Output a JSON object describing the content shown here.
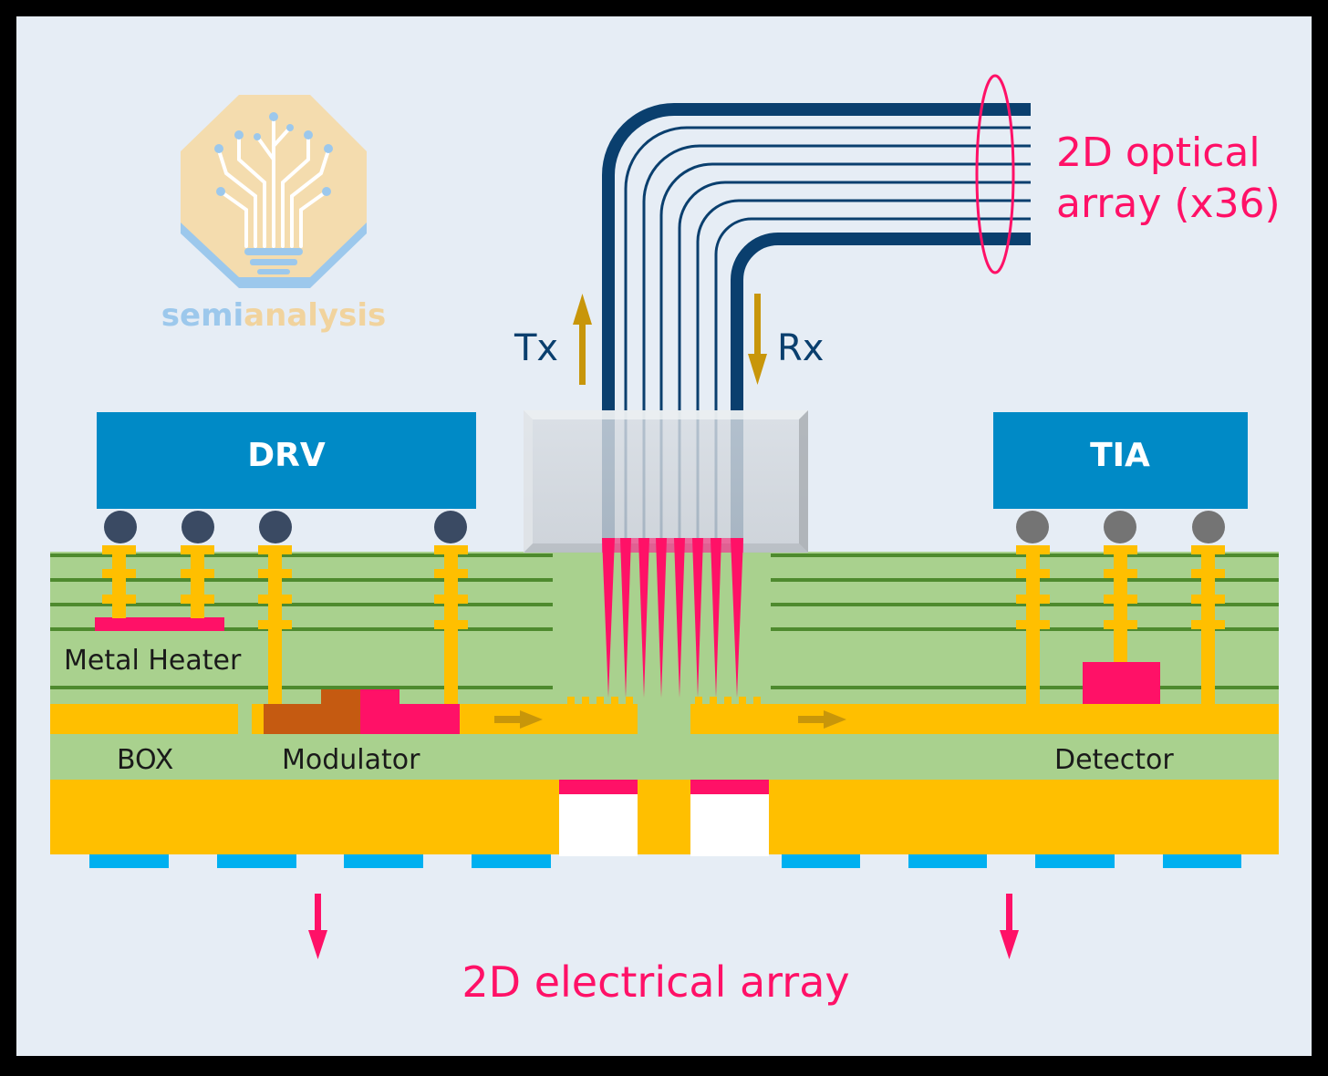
{
  "logo": {
    "text_semi": "semi",
    "text_analysis": "analysis"
  },
  "chips": {
    "drv": "DRV",
    "tia": "TIA"
  },
  "labels": {
    "tx": "Tx",
    "rx": "Rx",
    "metal_heater": "Metal Heater",
    "box": "BOX",
    "modulator": "Modulator",
    "detector": "Detector"
  },
  "callouts": {
    "optical_line1": "2D optical",
    "optical_line2": "array (x36)",
    "electrical": "2D electrical array"
  },
  "colors": {
    "background": "#e6edf5",
    "chip_blue": "#008ac6",
    "fiber_navy": "#0a3f6e",
    "gold": "#ffbf00",
    "green_layer": "#a9d18e",
    "magenta": "#ff1167",
    "arrow_gold": "#c8960a"
  }
}
